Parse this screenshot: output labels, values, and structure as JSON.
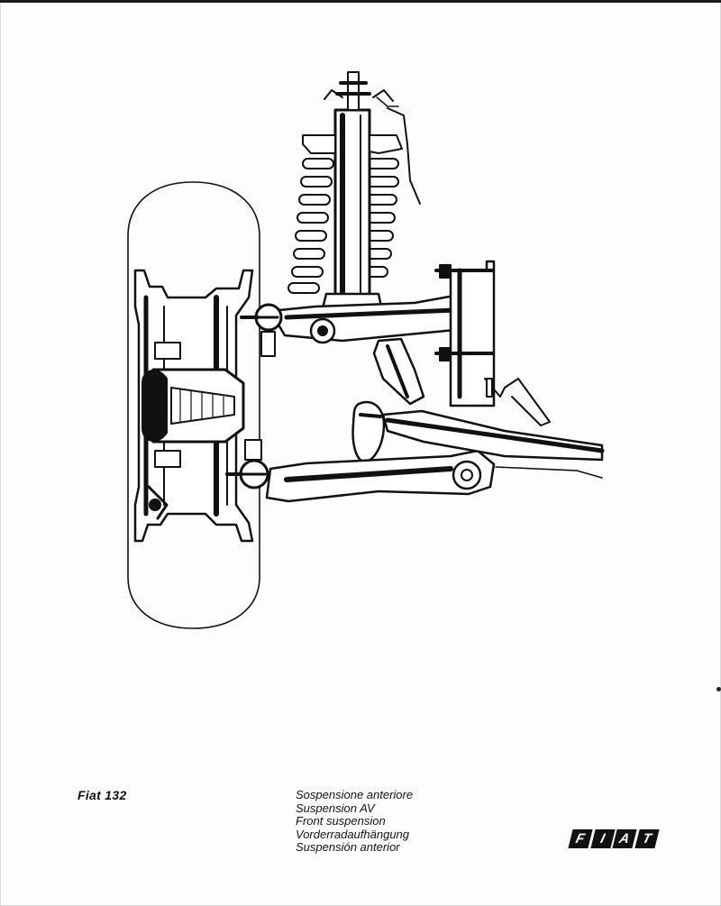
{
  "caption": {
    "model": "Fiat 132",
    "lines": [
      "Sospensione anteriore",
      "Suspension AV",
      "Front suspension",
      "Vorderradaufhängung",
      "Suspensión anterior"
    ]
  },
  "logo": {
    "letters": [
      "F",
      "I",
      "A",
      "T"
    ],
    "color": "#111111"
  },
  "diagram": {
    "subject": "front-suspension-cutaway",
    "ink_color": "#111111",
    "paper_color": "#fdfdfc"
  }
}
